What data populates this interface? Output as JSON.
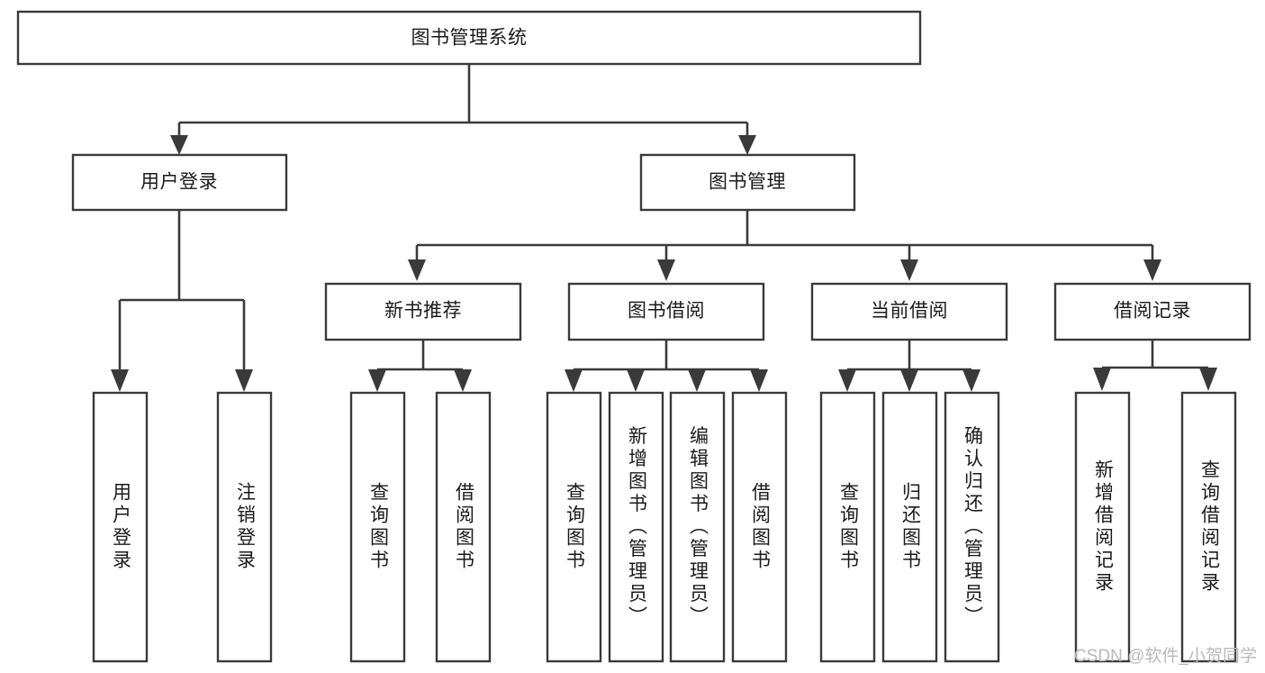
{
  "diagram": {
    "title": "图书管理系统",
    "type": "tree-hierarchy",
    "root": {
      "id": "root",
      "label": "图书管理系统"
    },
    "level2": [
      {
        "id": "user-login",
        "label": "用户登录"
      },
      {
        "id": "book-manage",
        "label": "图书管理"
      }
    ],
    "level3": [
      {
        "id": "new-book-recommend",
        "label": "新书推荐",
        "parent": "book-manage"
      },
      {
        "id": "book-borrow",
        "label": "图书借阅",
        "parent": "book-manage"
      },
      {
        "id": "current-borrow",
        "label": "当前借阅",
        "parent": "book-manage"
      },
      {
        "id": "borrow-record",
        "label": "借阅记录",
        "parent": "book-manage"
      }
    ],
    "leaves": {
      "user-login": [
        {
          "id": "leaf-user-login",
          "label": "用户登录"
        },
        {
          "id": "leaf-logout",
          "label": "注销登录"
        }
      ],
      "new-book-recommend": [
        {
          "id": "leaf-query-book-1",
          "label": "查询图书"
        },
        {
          "id": "leaf-borrow-book-1",
          "label": "借阅图书"
        }
      ],
      "book-borrow": [
        {
          "id": "leaf-query-book-2",
          "label": "查询图书"
        },
        {
          "id": "leaf-add-book",
          "label": "新增图书（管理员）"
        },
        {
          "id": "leaf-edit-book",
          "label": "编辑图书（管理员）"
        },
        {
          "id": "leaf-borrow-book-2",
          "label": "借阅图书"
        }
      ],
      "current-borrow": [
        {
          "id": "leaf-query-book-3",
          "label": "查询图书"
        },
        {
          "id": "leaf-return-book",
          "label": "归还图书"
        },
        {
          "id": "leaf-confirm-return",
          "label": "确认归还（管理员）"
        }
      ],
      "borrow-record": [
        {
          "id": "leaf-add-record",
          "label": "新增借阅记录"
        },
        {
          "id": "leaf-query-record",
          "label": "查询借阅记录"
        }
      ]
    }
  },
  "watermark": {
    "text": "CSDN @软件_小贺同学"
  },
  "colors": {
    "stroke": "#3a3a3a",
    "fill": "#ffffff",
    "text": "#1a1a1a",
    "watermark": "#b9b9b9",
    "background": "#ffffff"
  }
}
